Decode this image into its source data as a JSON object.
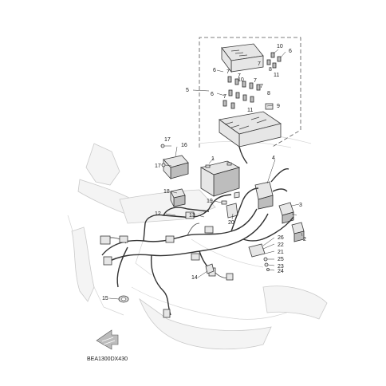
{
  "diagram": {
    "code": "BEA1300DX430",
    "callouts": [
      {
        "id": "c1",
        "text": "1"
      },
      {
        "id": "c2",
        "text": "2"
      },
      {
        "id": "c3",
        "text": "3"
      },
      {
        "id": "c4",
        "text": "4"
      },
      {
        "id": "c5",
        "text": "5"
      },
      {
        "id": "c6a",
        "text": "6"
      },
      {
        "id": "c6b",
        "text": "6"
      },
      {
        "id": "c6c",
        "text": "6"
      },
      {
        "id": "c7a",
        "text": "7"
      },
      {
        "id": "c7b",
        "text": "7"
      },
      {
        "id": "c7c",
        "text": "7"
      },
      {
        "id": "c7d",
        "text": "7"
      },
      {
        "id": "c7e",
        "text": "7"
      },
      {
        "id": "c7f",
        "text": "7"
      },
      {
        "id": "c8a",
        "text": "8"
      },
      {
        "id": "c8b",
        "text": "8"
      },
      {
        "id": "c9",
        "text": "9"
      },
      {
        "id": "c10a",
        "text": "10"
      },
      {
        "id": "c10b",
        "text": "10"
      },
      {
        "id": "c11a",
        "text": "11"
      },
      {
        "id": "c11b",
        "text": "11"
      },
      {
        "id": "c12",
        "text": "12"
      },
      {
        "id": "c13",
        "text": "13"
      },
      {
        "id": "c14",
        "text": "14"
      },
      {
        "id": "c15",
        "text": "15"
      },
      {
        "id": "c16",
        "text": "16"
      },
      {
        "id": "c17a",
        "text": "17"
      },
      {
        "id": "c17b",
        "text": "17"
      },
      {
        "id": "c18",
        "text": "18"
      },
      {
        "id": "c19",
        "text": "19"
      },
      {
        "id": "c20",
        "text": "20"
      },
      {
        "id": "c21",
        "text": "21"
      },
      {
        "id": "c22",
        "text": "22"
      },
      {
        "id": "c23",
        "text": "23"
      },
      {
        "id": "c24",
        "text": "24"
      },
      {
        "id": "c25",
        "text": "25"
      },
      {
        "id": "c26",
        "text": "26"
      }
    ]
  }
}
